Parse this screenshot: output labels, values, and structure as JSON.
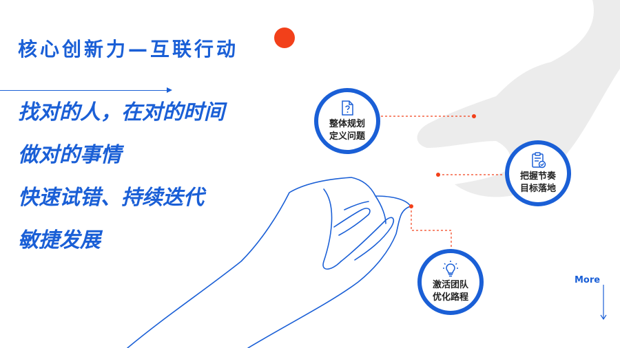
{
  "title": "核心创新力—互联行动",
  "slogans": [
    "找对的人，在对的时间",
    "做对的事情",
    "快速试错、持续迭代",
    "敏捷发展"
  ],
  "nodes": [
    {
      "line1": "整体规划",
      "line2": "定义问题",
      "icon": "document-question-icon"
    },
    {
      "line1": "把握节奏",
      "line2": "目标落地",
      "icon": "clipboard-check-icon"
    },
    {
      "line1": "激活团队",
      "line2": "优化路程",
      "icon": "lightbulb-icon"
    }
  ],
  "more_label": "More",
  "colors": {
    "primary": "#1a5fd6",
    "accent": "#f2401a",
    "shadow": "#ececec"
  }
}
